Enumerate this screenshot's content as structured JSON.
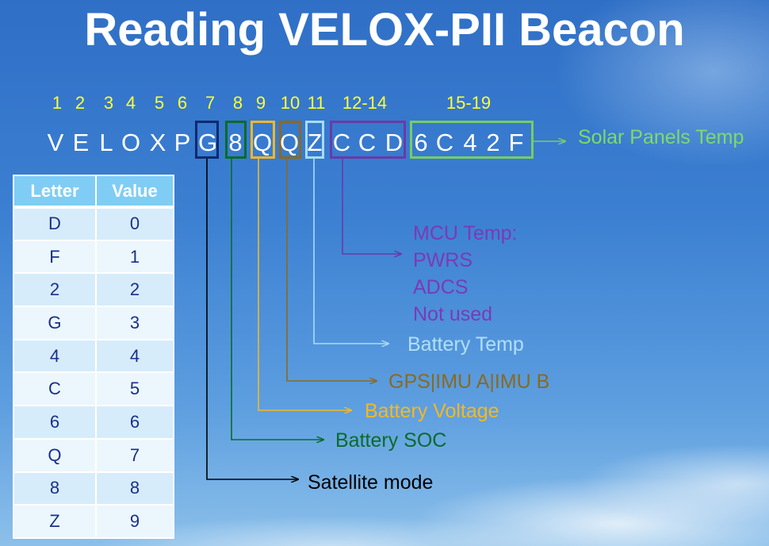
{
  "title": "Reading VELOX-PII Beacon",
  "positions": [
    "1",
    "2",
    "3",
    "4",
    "5",
    "6",
    "7",
    "8",
    "9",
    "10",
    "11",
    "12-14",
    "15-19"
  ],
  "letters": [
    "V",
    "E",
    "L",
    "O",
    "X",
    "P",
    "G",
    "8",
    "Q",
    "Q",
    "Z",
    "C",
    "C",
    "D",
    "6",
    "C",
    "4",
    "2",
    "F"
  ],
  "fields": {
    "solar": "Solar Panels Temp",
    "mcu": [
      "MCU Temp:",
      "PWRS",
      "ADCS",
      "Not used"
    ],
    "battery_temp": "Battery Temp",
    "gps": "GPS|IMU A|IMU B",
    "battery_voltage": "Battery Voltage",
    "battery_soc": "Battery SOC",
    "satellite_mode": "Satellite mode"
  },
  "colors": {
    "mode": "#0d2a6e",
    "soc": "#0b6b2a",
    "voltage": "#f0b828",
    "gps": "#8a6a20",
    "btemp": "#a8dcf5",
    "mcu": "#6a3aa8",
    "solar": "#77cc66"
  },
  "table": {
    "headers": [
      "Letter",
      "Value"
    ],
    "rows": [
      [
        "D",
        "0"
      ],
      [
        "F",
        "1"
      ],
      [
        "2",
        "2"
      ],
      [
        "G",
        "3"
      ],
      [
        "4",
        "4"
      ],
      [
        "C",
        "5"
      ],
      [
        "6",
        "6"
      ],
      [
        "Q",
        "7"
      ],
      [
        "8",
        "8"
      ],
      [
        "Z",
        "9"
      ]
    ]
  }
}
